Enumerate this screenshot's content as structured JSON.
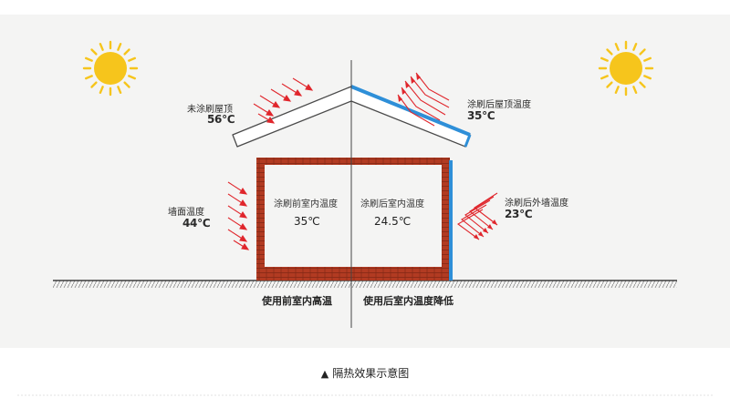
{
  "labels": {
    "roof_before_title": "未涂刷屋顶",
    "roof_before_temp": "56℃",
    "roof_after_title": "涂刷后屋顶温度",
    "roof_after_temp": "35℃",
    "wall_before_title": "墙面温度",
    "wall_before_temp": "44℃",
    "wall_after_title": "涂刷后外墙温度",
    "wall_after_temp": "23℃",
    "inside_before_title": "涂刷前室内温度",
    "inside_before_temp": "35℃",
    "inside_after_title": "涂刷后室内温度",
    "inside_after_temp": "24.5℃",
    "bottom_left": "使用前室内高温",
    "bottom_right": "使用后室内温度降低"
  },
  "caption": {
    "marker": "▲",
    "text": "隔热效果示意图"
  },
  "colors": {
    "brick": "#b13a22",
    "mortar": "#7a2414",
    "coating": "#2e8fd8",
    "arrow": "#e0262c",
    "sun": "#f5c21b",
    "roof_outline": "#4a4a4a",
    "ground": "#444444"
  }
}
